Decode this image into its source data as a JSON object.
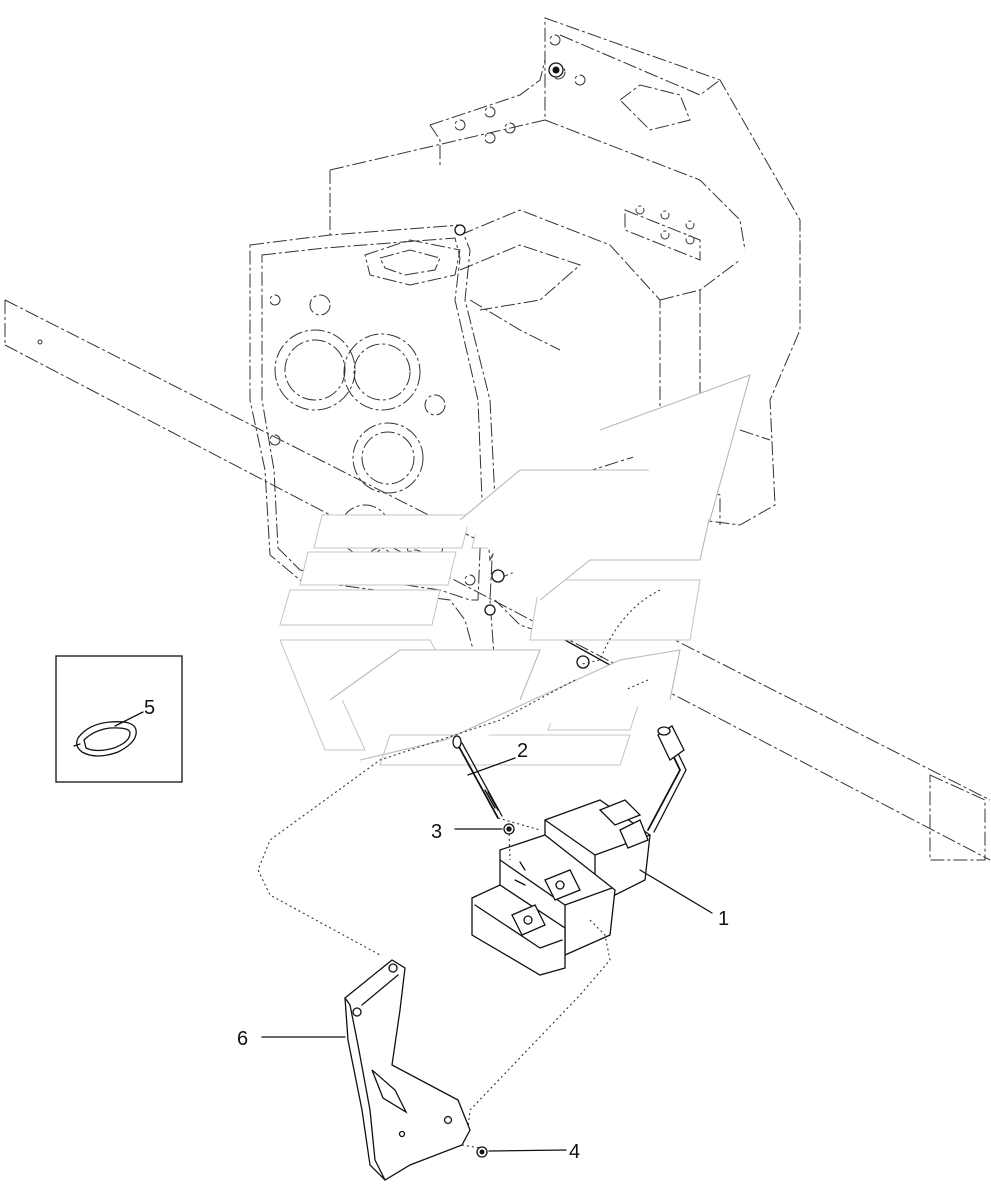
{
  "callouts": {
    "c1": "1",
    "c2": "2",
    "c3": "3",
    "c4": "4",
    "c5": "5",
    "c6": "6"
  },
  "colors": {
    "line": "#111111",
    "phantom": "#333333",
    "watermark": "#c4c4c4",
    "background": "#ffffff"
  }
}
